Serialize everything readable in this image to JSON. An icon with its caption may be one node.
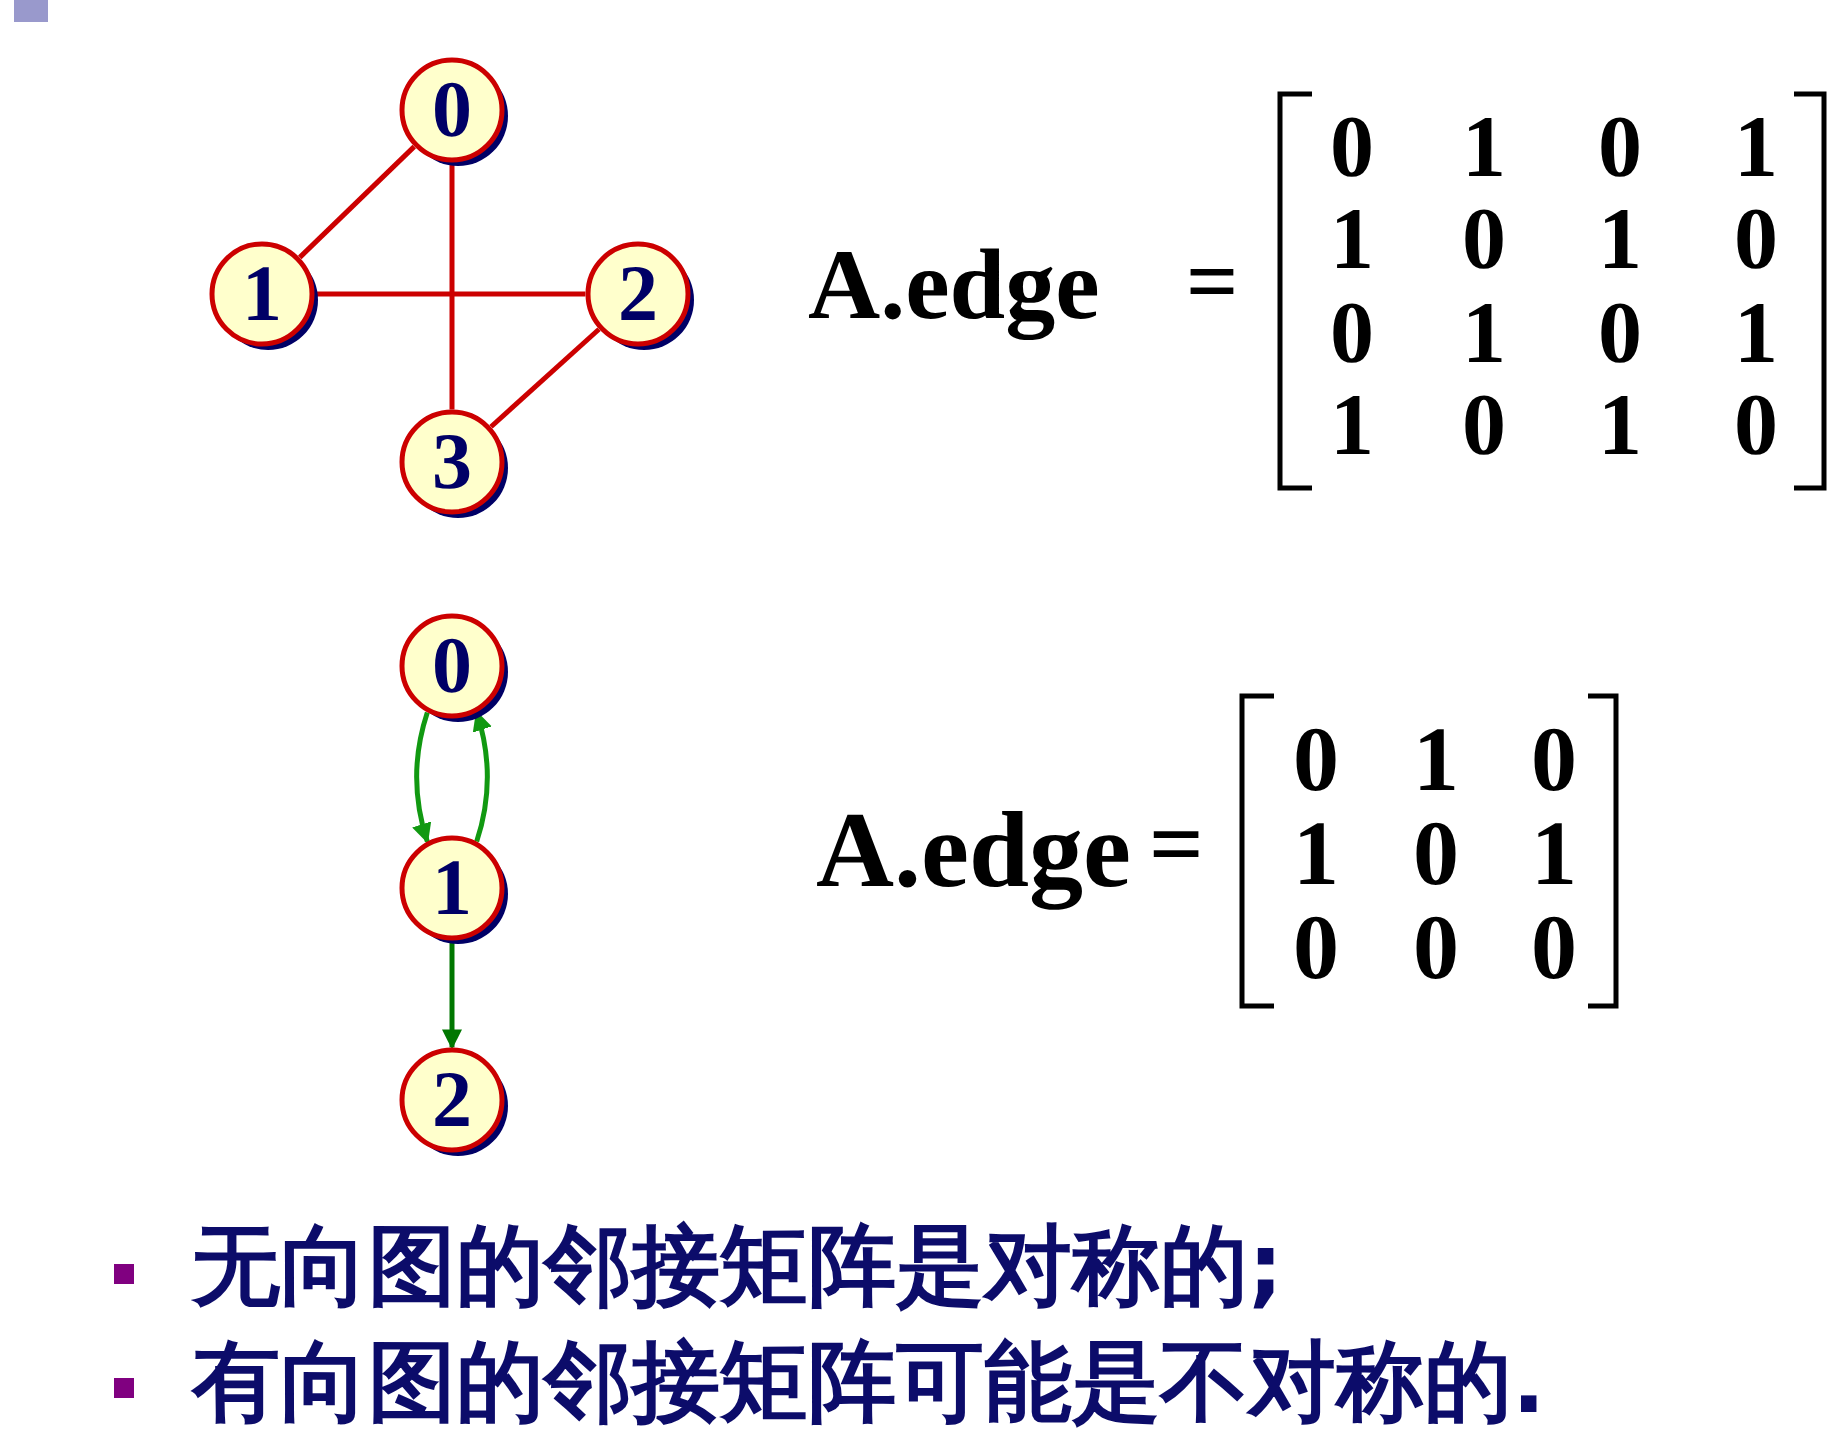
{
  "diagram": {
    "nodes": [
      {
        "text": [
          "0"
        ]
      },
      {
        "text": [
          "1"
        ]
      },
      {
        "text": [
          "2"
        ]
      },
      {
        "text": [
          "3"
        ]
      },
      {
        "text": [
          "0"
        ]
      },
      {
        "text": [
          "1"
        ]
      },
      {
        "text": [
          "2"
        ]
      }
    ],
    "edges": [
      {
        "from": 0,
        "to": 1,
        "arrow": "none"
      },
      {
        "from": 0,
        "to": 3,
        "arrow": "none"
      },
      {
        "from": 1,
        "to": 2,
        "arrow": "none"
      },
      {
        "from": 2,
        "to": 3,
        "arrow": "none"
      },
      {
        "from": 4,
        "to": 5,
        "arrow": "to",
        "color": "#119911"
      },
      {
        "from": 5,
        "to": 4,
        "arrow": "to",
        "color": "#119911"
      },
      {
        "from": 5,
        "to": 6,
        "arrow": "to",
        "color": "#007700"
      }
    ],
    "labels": [
      "A.edge",
      "=",
      "0",
      "1",
      "0",
      "1",
      "1",
      "0",
      "1",
      "0",
      "0",
      "1",
      "0",
      "1",
      "1",
      "0",
      "1",
      "0",
      "A.edge",
      "=",
      "0",
      "1",
      "0",
      "1",
      "0",
      "1",
      "0",
      "0",
      "0",
      "无向图的邻接矩阵是对称的;",
      "有向图的邻接矩阵可能是不对称的."
    ]
  }
}
